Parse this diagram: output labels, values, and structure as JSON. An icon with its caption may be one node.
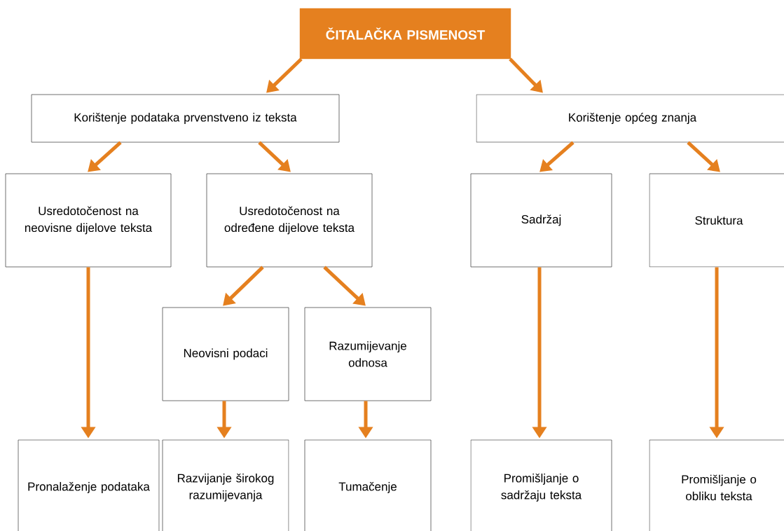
{
  "diagram": {
    "nodes": [
      {
        "text": [
          "ČITALAČKA PISMENOST"
        ]
      },
      {
        "text": [
          "Korištenje podataka prvenstveno iz teksta"
        ]
      },
      {
        "text": [
          "Korištenje općeg znanja"
        ]
      },
      {
        "text": [
          "Usredotočenost na neovisne dijelove teksta"
        ]
      },
      {
        "text": [
          "Usredotočenost na određene dijelove teksta"
        ]
      },
      {
        "text": [
          "Sadržaj"
        ]
      },
      {
        "text": [
          "Struktura"
        ]
      },
      {
        "text": [
          "Neovisni podaci"
        ]
      },
      {
        "text": [
          "Razumijevanje odnosa"
        ]
      },
      {
        "text": [
          "Pronalaženje podataka"
        ]
      },
      {
        "text": [
          "Razvijanje širokog razumijevanja"
        ]
      },
      {
        "text": [
          "Tumačenje"
        ]
      },
      {
        "text": [
          "Promišljanje o sadržaju teksta"
        ]
      },
      {
        "text": [
          "Promišljanje o obliku teksta"
        ]
      }
    ],
    "edges": [
      {
        "from": 0,
        "to": 1,
        "arrow": "to"
      },
      {
        "from": 0,
        "to": 2,
        "arrow": "to"
      },
      {
        "from": 1,
        "to": 3,
        "arrow": "to"
      },
      {
        "from": 1,
        "to": 4,
        "arrow": "to"
      },
      {
        "from": 2,
        "to": 5,
        "arrow": "to"
      },
      {
        "from": 2,
        "to": 6,
        "arrow": "to"
      },
      {
        "from": 3,
        "to": 9,
        "arrow": "to"
      },
      {
        "from": 4,
        "to": 7,
        "arrow": "to"
      },
      {
        "from": 4,
        "to": 8,
        "arrow": "to"
      },
      {
        "from": 7,
        "to": 10,
        "arrow": "to"
      },
      {
        "from": 8,
        "to": 11,
        "arrow": "to"
      },
      {
        "from": 5,
        "to": 12,
        "arrow": "to"
      },
      {
        "from": 6,
        "to": 13,
        "arrow": "to"
      }
    ]
  }
}
